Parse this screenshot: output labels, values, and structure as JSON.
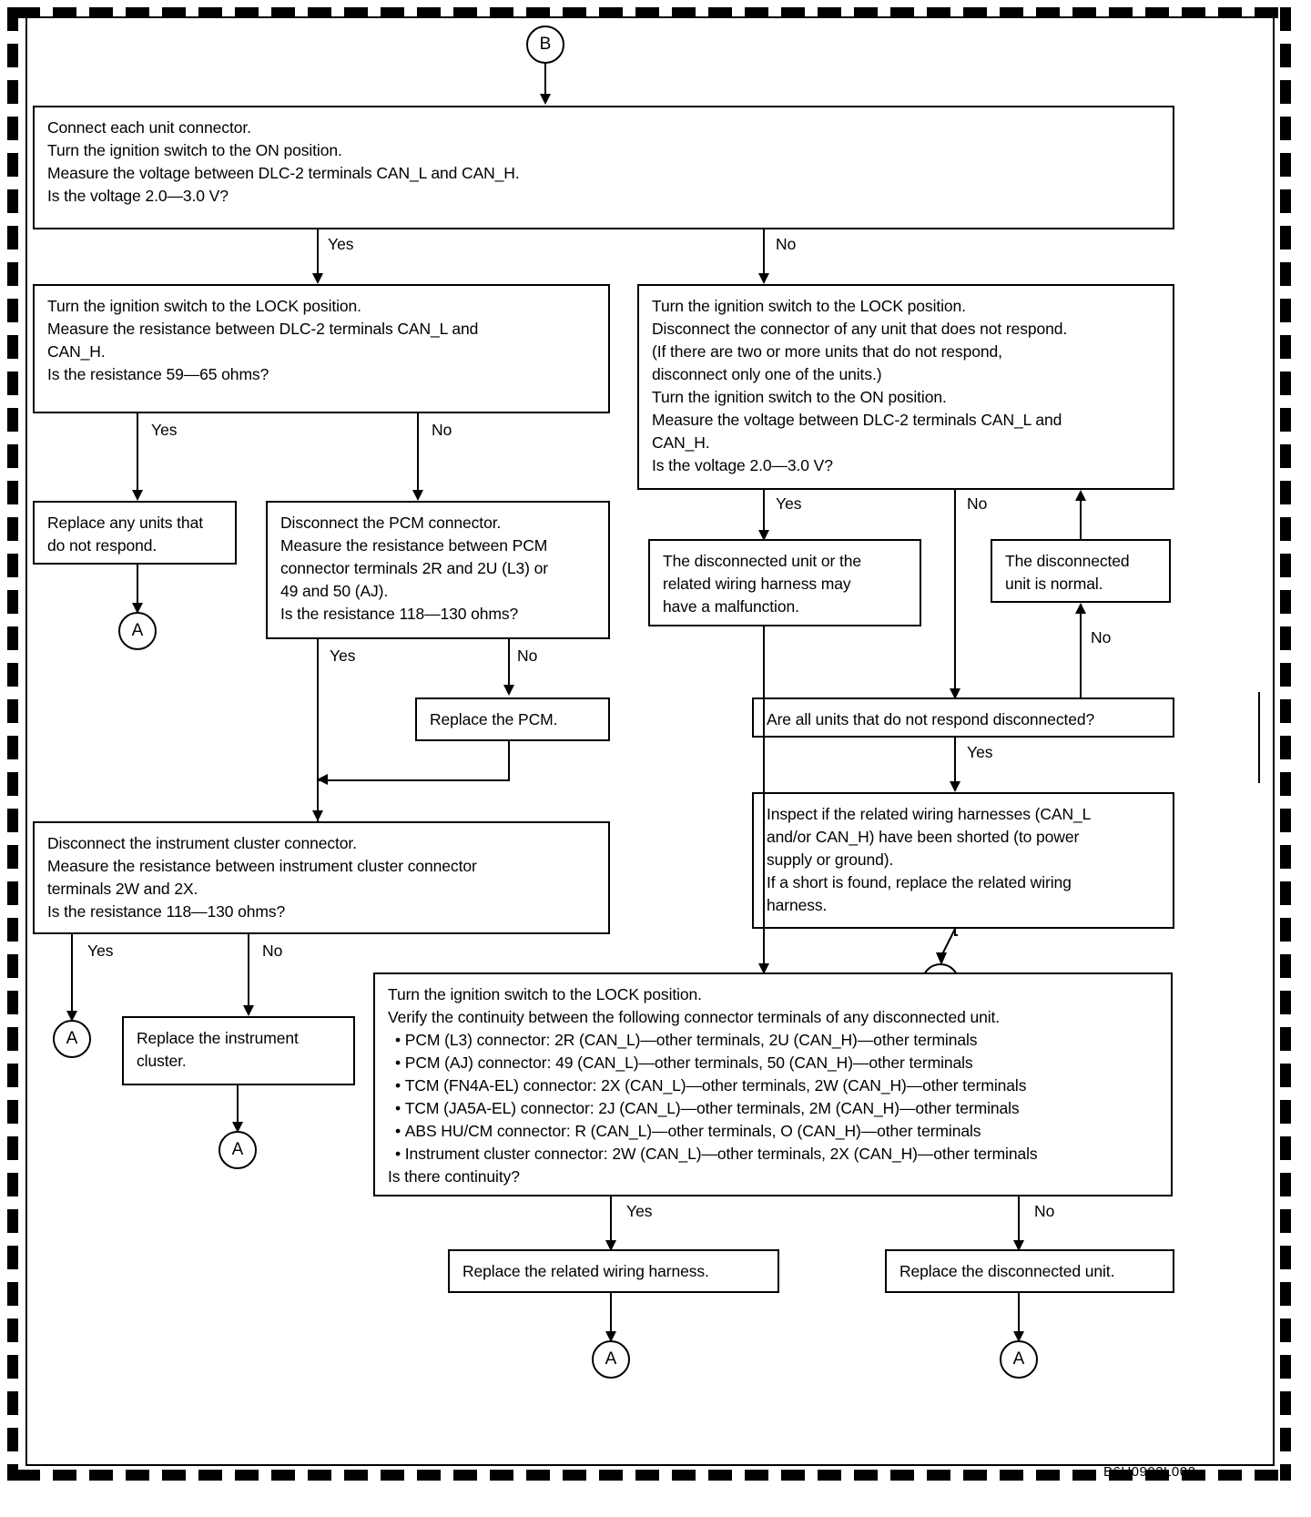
{
  "figure": {
    "code": "B6U0902L002",
    "type": "troubleshooting-flowchart"
  },
  "terminals": {
    "entry": "B",
    "exit": "A"
  },
  "labels": {
    "yes": "Yes",
    "no": "No"
  },
  "nodes": {
    "n1_voltage_check": {
      "lines": [
        "Connect each unit connector.",
        "Turn the ignition switch to the ON position.",
        "Measure the voltage between DLC-2 terminals CAN_L and CAN_H.",
        "Is the voltage 2.0—3.0 V?"
      ]
    },
    "n2_resistance_dlc": {
      "lines": [
        "Turn the ignition switch to the LOCK position.",
        "Measure the resistance between DLC-2 terminals CAN_L and",
        "CAN_H.",
        "Is the resistance 59—65 ohms?"
      ]
    },
    "n3_disconnect_nonresponding": {
      "lines": [
        "Turn the ignition switch to the LOCK position.",
        "Disconnect the connector of any unit that does not respond.",
        "(If there are two or more units that do not respond,",
        "disconnect only one of the units.)",
        "Turn the ignition switch to the ON position.",
        "Measure the voltage between DLC-2 terminals CAN_L and",
        "CAN_H.",
        "Is the voltage 2.0—3.0 V?"
      ]
    },
    "n4_replace_units": {
      "lines": [
        "Replace any units that",
        "do not respond."
      ]
    },
    "n5_pcm_resistance": {
      "lines": [
        "Disconnect the PCM connector.",
        "Measure the resistance between PCM",
        "connector terminals 2R and 2U (L3) or",
        "49 and 50 (AJ).",
        "Is the resistance 118—130 ohms?"
      ]
    },
    "n6_unit_malfunction": {
      "lines": [
        "The disconnected unit or the",
        "related wiring harness may",
        "have a malfunction."
      ]
    },
    "n7_unit_normal": {
      "lines": [
        "The disconnected",
        "unit is normal."
      ]
    },
    "n8_all_disconnected": {
      "lines": [
        "Are all units that do not respond disconnected?"
      ]
    },
    "n9_replace_pcm": {
      "lines": [
        "Replace the PCM."
      ]
    },
    "n10_inspect_short": {
      "lines": [
        "Inspect if the related wiring harnesses (CAN_L",
        "and/or CAN_H) have been shorted (to power",
        "supply or ground).",
        "If a short is found, replace the related wiring",
        "harness."
      ]
    },
    "n11_cluster_resistance": {
      "lines": [
        "Disconnect the instrument cluster connector.",
        "Measure the resistance between instrument cluster connector",
        "terminals 2W and 2X.",
        "Is the resistance 118—130 ohms?"
      ]
    },
    "n12_replace_cluster": {
      "lines": [
        "Replace the instrument",
        "cluster."
      ]
    },
    "n13_continuity_check": {
      "head": [
        "Turn the ignition switch to the LOCK position.",
        "Verify the continuity between the following connector terminals of any disconnected unit."
      ],
      "bullets": [
        "PCM (L3) connector: 2R (CAN_L)—other terminals, 2U (CAN_H)—other terminals",
        "PCM (AJ) connector: 49 (CAN_L)—other terminals, 50 (CAN_H)—other terminals",
        "TCM (FN4A-EL) connector: 2X (CAN_L)—other terminals, 2W (CAN_H)—other terminals",
        "TCM (JA5A-EL) connector: 2J (CAN_L)—other terminals, 2M (CAN_H)—other terminals",
        "ABS HU/CM connector: R (CAN_L)—other terminals, O (CAN_H)—other terminals",
        "Instrument cluster connector: 2W (CAN_L)—other terminals, 2X (CAN_H)—other terminals"
      ],
      "tail": [
        "Is there continuity?"
      ]
    },
    "n14_replace_harness": {
      "lines": [
        "Replace the related wiring harness."
      ]
    },
    "n15_replace_disconnected_unit": {
      "lines": [
        "Replace the disconnected unit."
      ]
    }
  }
}
